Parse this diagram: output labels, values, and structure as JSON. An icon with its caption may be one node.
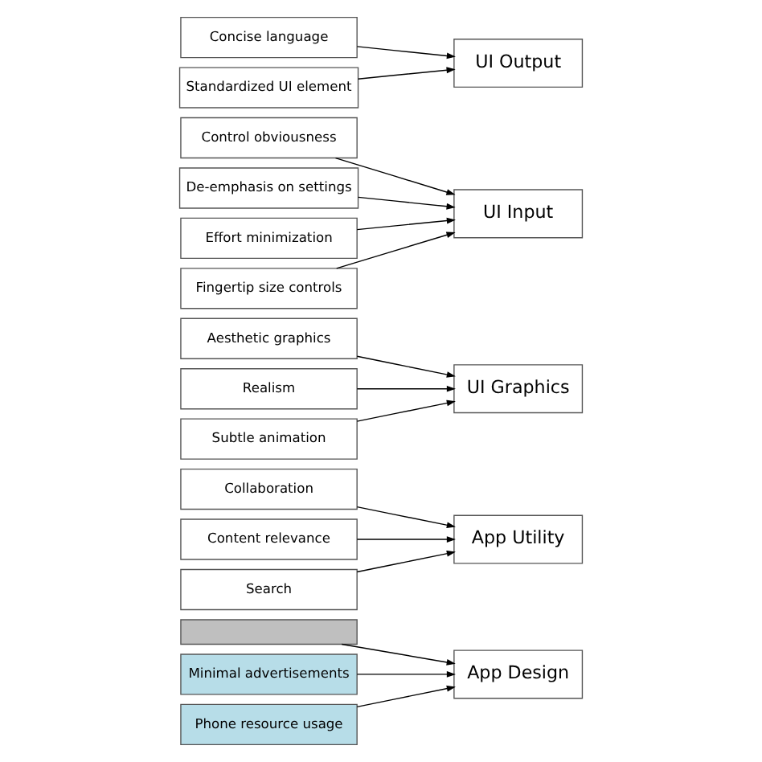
{
  "diagram": {
    "nodes": [
      {
        "text": [],
        "shape": "box"
      },
      {
        "text": [
          "Minimal advertisements"
        ]
      },
      {
        "text": [
          "Phone resource usage"
        ]
      },
      {
        "text": [
          "App Design"
        ]
      },
      {
        "text": [
          "Collaboration"
        ]
      },
      {
        "text": [
          "Content relevance"
        ]
      },
      {
        "text": [
          "Search"
        ]
      },
      {
        "text": [
          "App Utility"
        ]
      },
      {
        "text": [
          "Aesthetic graphics"
        ]
      },
      {
        "text": [
          "Realism"
        ]
      },
      {
        "text": [
          "Subtle animation"
        ]
      },
      {
        "text": [
          "UI Graphics"
        ]
      },
      {
        "text": [
          "Control obviousness"
        ]
      },
      {
        "text": [
          "De-emphasis on settings"
        ]
      },
      {
        "text": [
          "Effort minimization"
        ]
      },
      {
        "text": [
          "Fingertip size controls"
        ]
      },
      {
        "text": [
          "UI Input"
        ]
      },
      {
        "text": [
          "Concise language"
        ]
      },
      {
        "text": [
          "Standardized UI element"
        ]
      },
      {
        "text": [
          "UI Output"
        ]
      }
    ],
    "edges": [
      {
        "from": 0,
        "to": 3,
        "arrow": "to"
      },
      {
        "from": 1,
        "to": 3,
        "arrow": "to"
      },
      {
        "from": 2,
        "to": 3,
        "arrow": "to"
      },
      {
        "from": 4,
        "to": 7,
        "arrow": "to"
      },
      {
        "from": 5,
        "to": 7,
        "arrow": "to"
      },
      {
        "from": 6,
        "to": 7,
        "arrow": "to"
      },
      {
        "from": 8,
        "to": 11,
        "arrow": "to"
      },
      {
        "from": 9,
        "to": 11,
        "arrow": "to"
      },
      {
        "from": 10,
        "to": 11,
        "arrow": "to"
      },
      {
        "from": 12,
        "to": 16,
        "arrow": "to"
      },
      {
        "from": 13,
        "to": 16,
        "arrow": "to"
      },
      {
        "from": 14,
        "to": 16,
        "arrow": "to"
      },
      {
        "from": 15,
        "to": 16,
        "arrow": "to"
      },
      {
        "from": 17,
        "to": 19,
        "arrow": "to"
      },
      {
        "from": 18,
        "to": 19,
        "arrow": "to"
      }
    ]
  }
}
